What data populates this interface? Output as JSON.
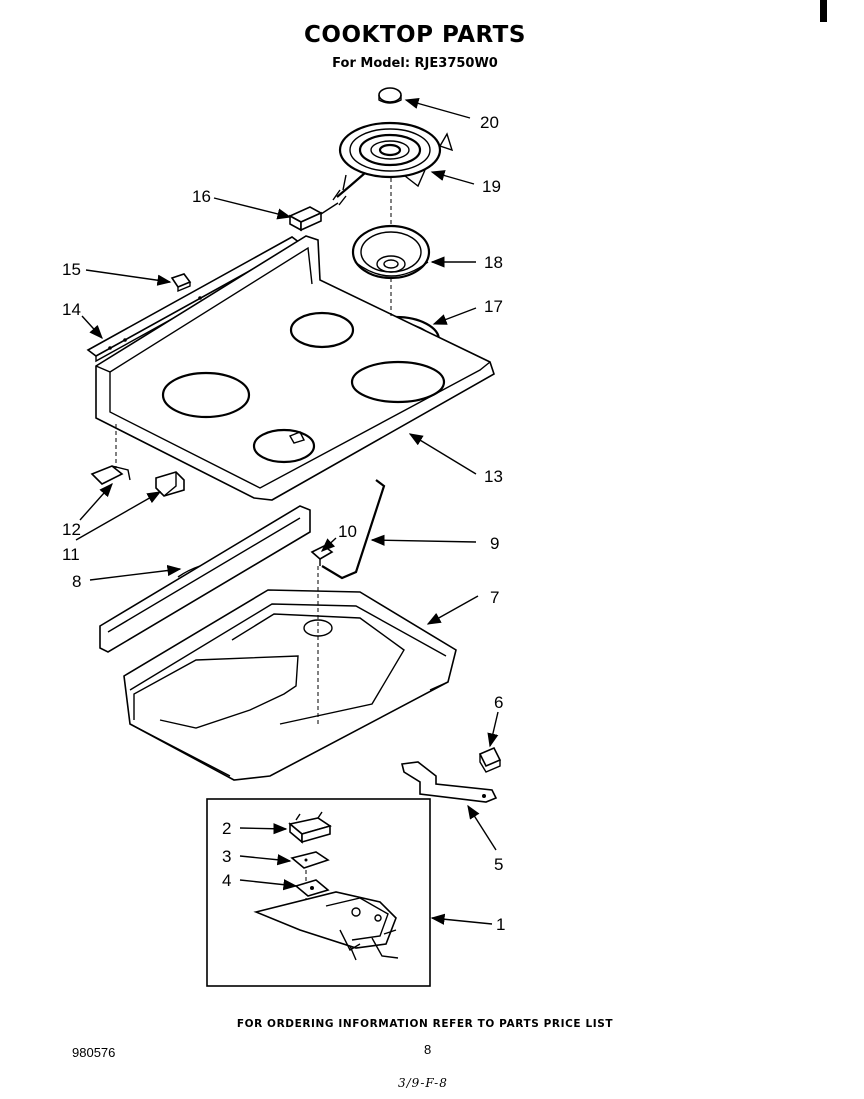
{
  "header": {
    "title": "COOKTOP PARTS",
    "subtitle": "For Model: RJE3750W0"
  },
  "callouts": [
    "1",
    "2",
    "3",
    "4",
    "5",
    "6",
    "7",
    "8",
    "9",
    "10",
    "11",
    "12",
    "13",
    "14",
    "15",
    "16",
    "17",
    "18",
    "19",
    "20"
  ],
  "footer": {
    "note": "FOR ORDERING INFORMATION REFER TO PARTS PRICE LIST",
    "doc_number": "980576",
    "page_number": "8",
    "handwritten": "3/9-F-8"
  }
}
